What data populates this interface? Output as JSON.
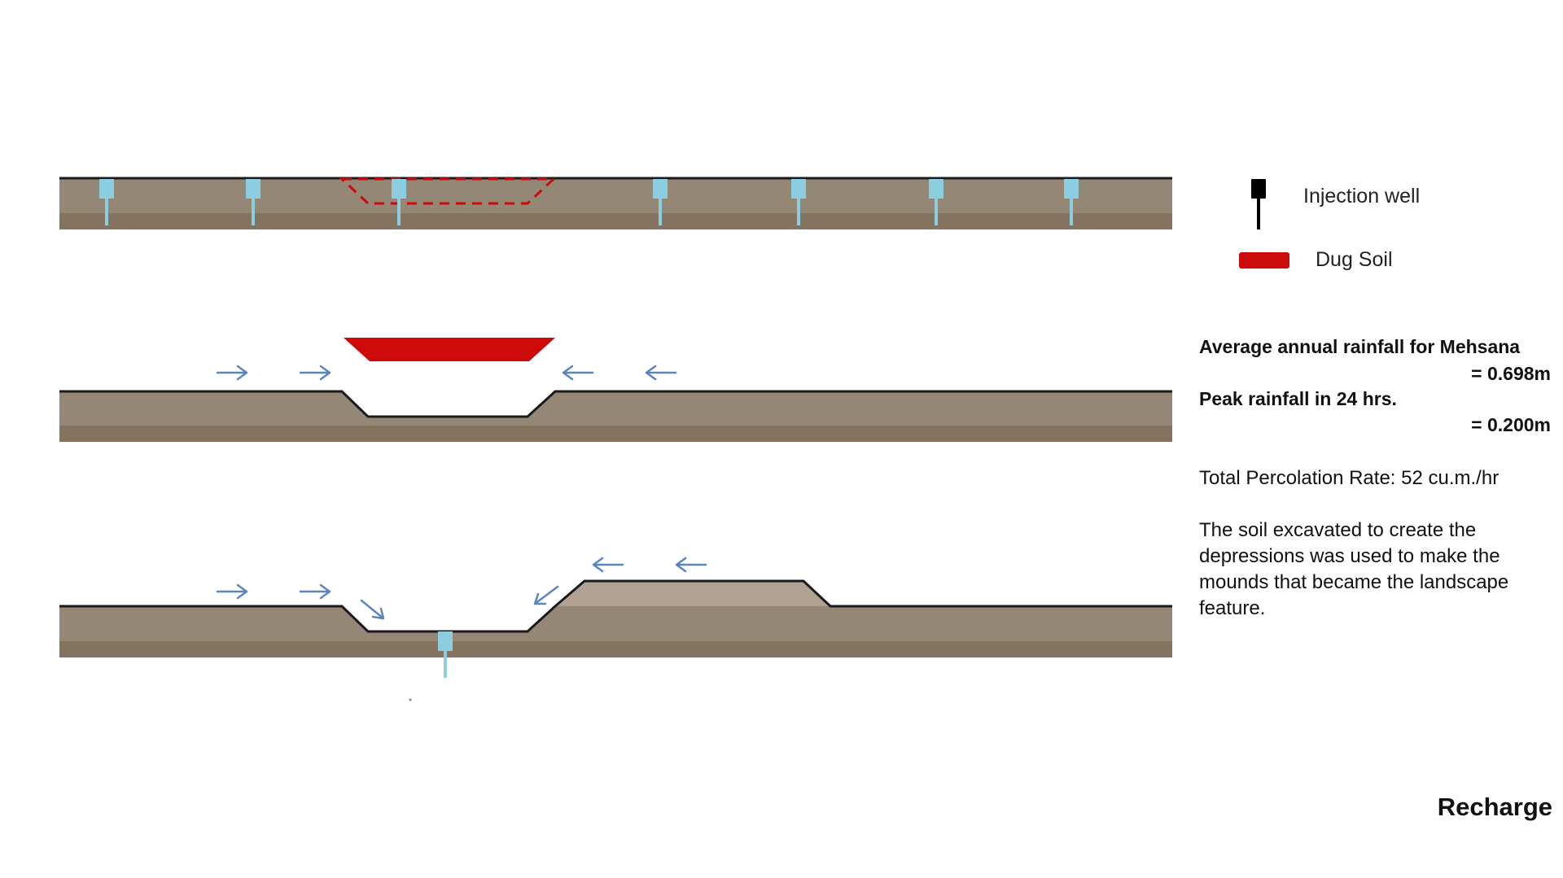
{
  "colors": {
    "ground": "#958776",
    "ground_dark": "#85725f",
    "surface_line": "#1a1a1a",
    "well": "#8ccde0",
    "dug_soil": "#cc0a0a",
    "arrow": "#5a86bd",
    "mound": "#b1a193"
  },
  "legend": {
    "injection_well": {
      "label": "Injection well",
      "icon": "injection-well-icon"
    },
    "dug_soil": {
      "label": "Dug Soil",
      "icon": "dug-soil-swatch"
    }
  },
  "info": {
    "rainfall_label": "Average annual rainfall for Mehsana",
    "rainfall_value": "= 0.698m",
    "peak_label": "Peak rainfall in 24 hrs.",
    "peak_value": "= 0.200m",
    "percolation": "Total Percolation Rate: 52 cu.m./hr",
    "description": "The soil excavated to create the depressions was used to make the mounds that became the landscape feature."
  },
  "title": "Recharge"
}
